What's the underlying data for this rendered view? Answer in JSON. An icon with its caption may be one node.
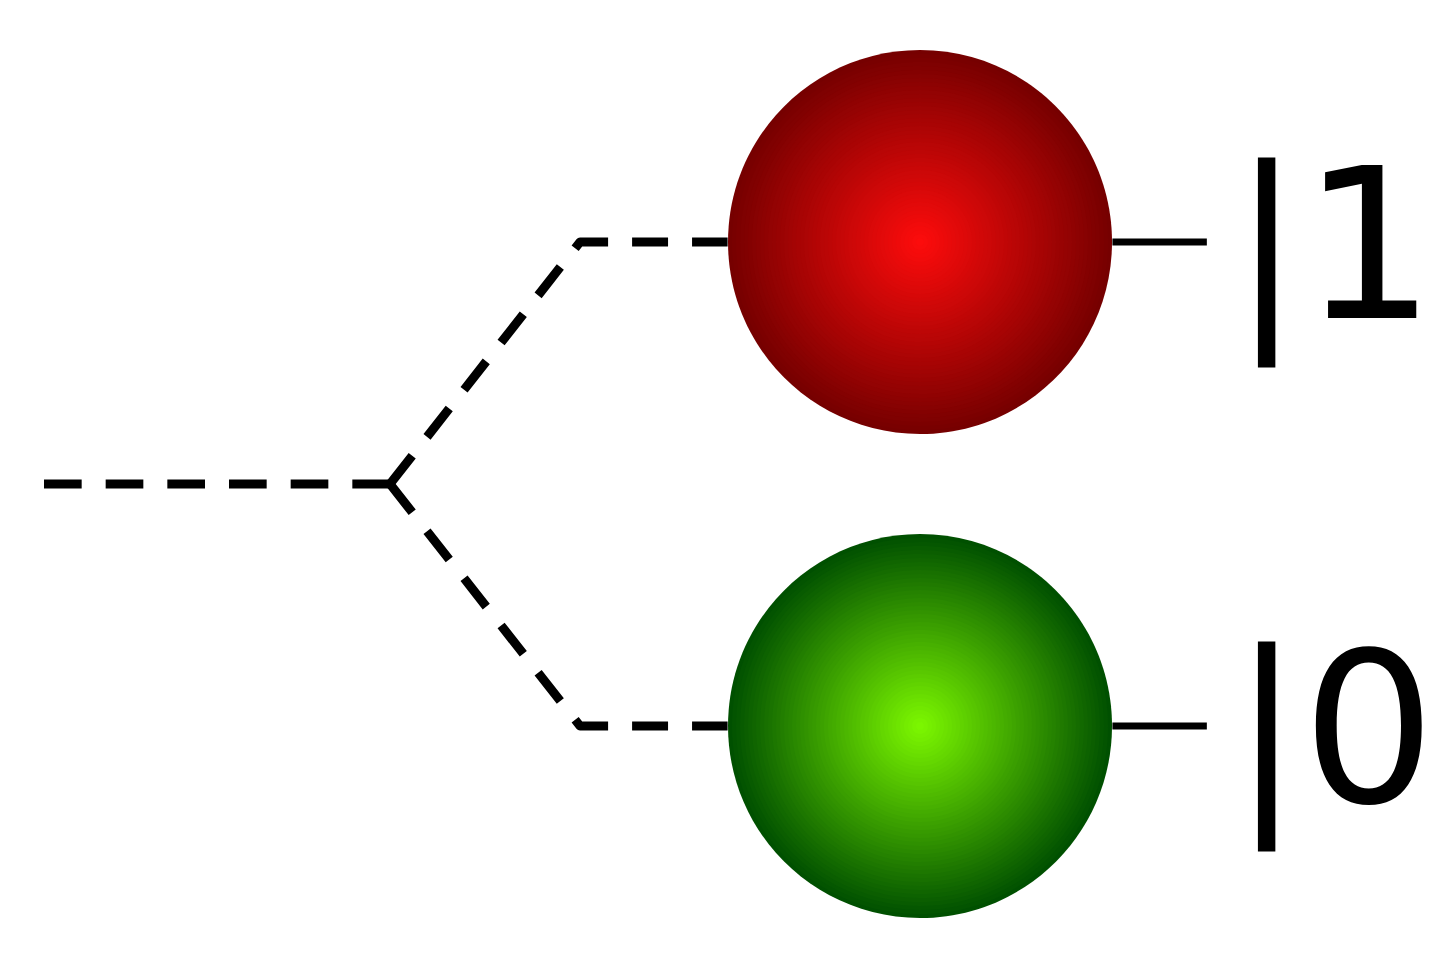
{
  "diagram": {
    "nodes": [
      {
        "text": [],
        "shape": "circle"
      },
      {
        "text": [
          "|1"
        ]
      },
      {
        "text": [],
        "shape": "circle"
      },
      {
        "text": [
          "|0"
        ]
      }
    ],
    "edges": [
      {
        "from": null,
        "to": 0,
        "arrow": "none",
        "style": "dashed"
      },
      {
        "from": null,
        "to": 2,
        "arrow": "none",
        "style": "dashed"
      },
      {
        "from": 0,
        "to": 1,
        "arrow": "none"
      },
      {
        "from": 2,
        "to": 3,
        "arrow": "none"
      }
    ]
  }
}
